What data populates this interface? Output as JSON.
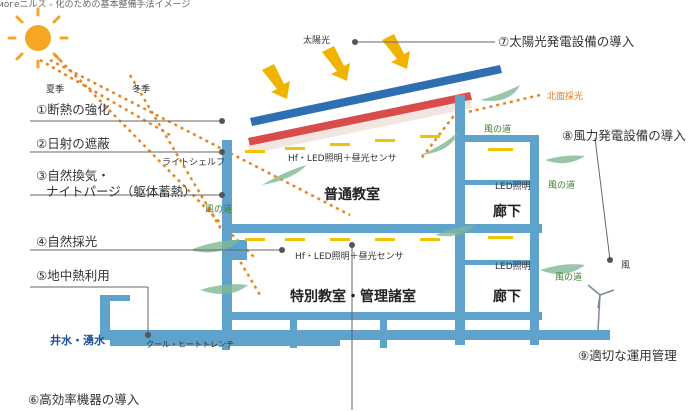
{
  "header": {
    "title_fragment": "могеニルス ‐ 化のための基本整備手法イメージ"
  },
  "sun": {
    "label": "太陽光"
  },
  "seasons": {
    "summer": "夏季",
    "winter": "冬季"
  },
  "items": [
    {
      "id": 1,
      "label": "①断熱の強化"
    },
    {
      "id": 2,
      "label": "②日射の遮蔽"
    },
    {
      "id": 3,
      "label": "③自然換気・"
    },
    {
      "id": 4,
      "label": "④自然採光"
    },
    {
      "id": 5,
      "label": "⑤地中熱利用"
    },
    {
      "id": 6,
      "label": "⑥高効率機器の導入"
    },
    {
      "id": 7,
      "label": "⑦太陽光発電設備の導入"
    },
    {
      "id": 8,
      "label": "⑧風力発電設備の導入"
    },
    {
      "id": 9,
      "label": "⑨適切な運用管理"
    }
  ],
  "item3_line2": "ナイトパージ（躯体蓄熱）",
  "annotations": {
    "light_shelf": "ライトシェルフ",
    "north_light": "北面採光",
    "wind_path": "風の道",
    "wind": "風",
    "well_water": "井水・湧水",
    "cool_heat_trench": "クール・ヒートトレンチ",
    "hf_led_upper": "Hf・LED照明＋昼光センサ",
    "hf_led_lower": "Hf・LED照明＋昼光センサ",
    "led_upper": "LED照明",
    "led_lower": "LED照明"
  },
  "rooms": {
    "ordinary_classroom": "普通教室",
    "special_classroom": "特別教室・管理諸室",
    "corridor_upper": "廊下",
    "corridor_lower": "廊下"
  },
  "colors": {
    "sun": "#f5a623",
    "arrow": "#f0b400",
    "dotted": "#e8851f",
    "structure": "#5fa3cc",
    "wind": "#7fb894",
    "panel": "#2d6fb0"
  }
}
